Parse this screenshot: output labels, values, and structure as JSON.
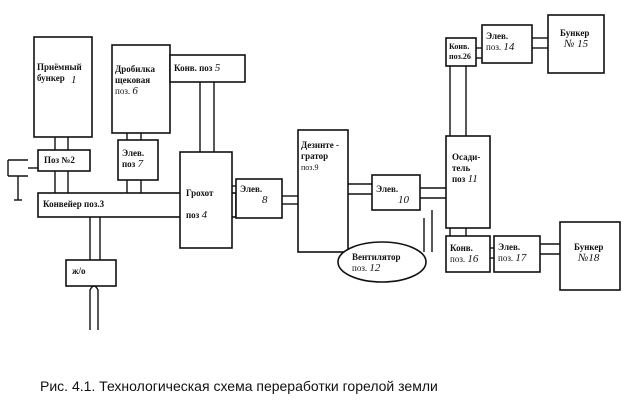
{
  "nodes": {
    "priemny_bunker": {
      "text": "Приёмный бункер",
      "num": "1"
    },
    "drobilka": {
      "text": "Дробилка щековая",
      "pos": "поз.",
      "num": "6"
    },
    "konv5": {
      "text": "Конв. поз",
      "num": "5"
    },
    "poz2": {
      "text": "Поз №2"
    },
    "elev7": {
      "text": "Элев.",
      "pos": "поз",
      "num": "7"
    },
    "konveier3": {
      "text": "Конвейер поз.3"
    },
    "grokhot": {
      "text": "Грохот",
      "pos": "поз",
      "num": "4"
    },
    "elev8": {
      "text": "Элев.",
      "num": "8"
    },
    "dezintegrator": {
      "text": "Дезинте - гратор",
      "pos": "поз.9"
    },
    "elev10": {
      "text": "Элев.",
      "num": "10"
    },
    "ventilator": {
      "text": "Вентилятор",
      "pos": "поз.",
      "num": "12"
    },
    "osaditel": {
      "text": "Осади- тель",
      "pos": "поз",
      "num": "11"
    },
    "konv26": {
      "text": "Конв.",
      "pos": "поз.26"
    },
    "elev14": {
      "text": "Элев.",
      "pos": "поз.",
      "num": "14"
    },
    "bunker15": {
      "text": "Бункер",
      "num": "№ 15"
    },
    "konv16": {
      "text": "Конв.",
      "pos": "поз.",
      "num": "16"
    },
    "elev17": {
      "text": "Элев.",
      "pos": "поз.",
      "num": "17"
    },
    "bunker18": {
      "text": "Бункер",
      "num": "№18"
    },
    "zhd": {
      "text": "ж/о"
    }
  },
  "caption": "Рис. 4.1. Технологическая схема переработки горелой земли"
}
